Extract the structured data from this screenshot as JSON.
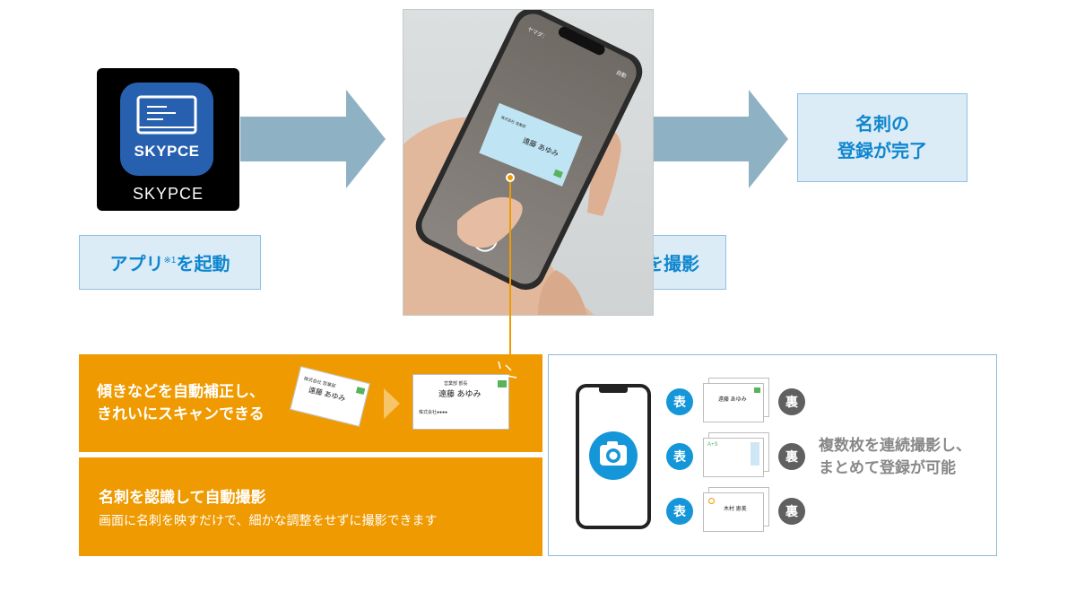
{
  "app": {
    "brand_label": "SKYPCE",
    "name": "SKYPCE"
  },
  "steps": {
    "launch": {
      "text": "アプリ",
      "note": "※1",
      "suffix": "を起動"
    },
    "shoot": {
      "label": "名刺を撮影"
    },
    "done": {
      "line1": "名刺の",
      "line2": "登録が完了"
    }
  },
  "photo": {
    "camera_ui": {
      "left": "ヤマダ：",
      "right": "自動"
    },
    "card": {
      "company": "株式会社 営業部",
      "name": "遠藤 あゆみ"
    }
  },
  "features": {
    "auto_correct": {
      "line1": "傾きなどを自動補正し、",
      "line2": "きれいにスキャンできる"
    },
    "auto_shoot": {
      "title": "名刺を認識して自動撮影",
      "desc": "画面に名刺を映すだけで、細かな調整をせずに撮影できます"
    }
  },
  "sample_cards": {
    "tilted": {
      "company": "株式会社 営業部",
      "name": "遠藤 あゆみ"
    },
    "corrected": {
      "company": "営業部 部長",
      "name": "遠藤 あゆみ",
      "footer": "株式会社●●●●"
    }
  },
  "multi": {
    "front_label": "表",
    "back_label": "裏",
    "cards": [
      {
        "name": "遠藤 あゆみ"
      },
      {
        "name": "A+S"
      },
      {
        "name": "木村 恵美"
      }
    ],
    "line1": "複数枚を連続撮影し、",
    "line2": "まとめて登録が可能"
  },
  "colors": {
    "accent_blue": "#0f86cf",
    "label_bg": "#dcecf7",
    "arrow": "#8fb1c4",
    "orange": "#ef9a00",
    "badge_back": "#606060"
  }
}
